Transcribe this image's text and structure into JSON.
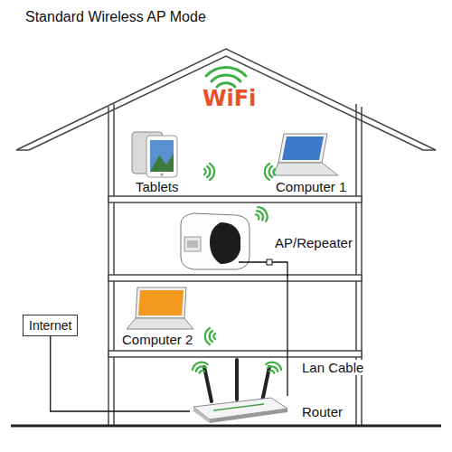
{
  "diagram": {
    "title": "Standard Wireless AP Mode",
    "nodes": [
      {
        "text": [
          "Internet"
        ]
      },
      {
        "text": [
          "AP/Repeater"
        ]
      },
      {
        "text": [
          "Router"
        ]
      }
    ],
    "edges": [
      {
        "from": 0,
        "to": 2,
        "arrow": "none"
      },
      {
        "from": 1,
        "to": 2,
        "label": "Lan Cable",
        "arrow": "none"
      }
    ],
    "labels": [
      "WiFi",
      "Tablets",
      "Computer 1",
      "Computer 2"
    ]
  }
}
